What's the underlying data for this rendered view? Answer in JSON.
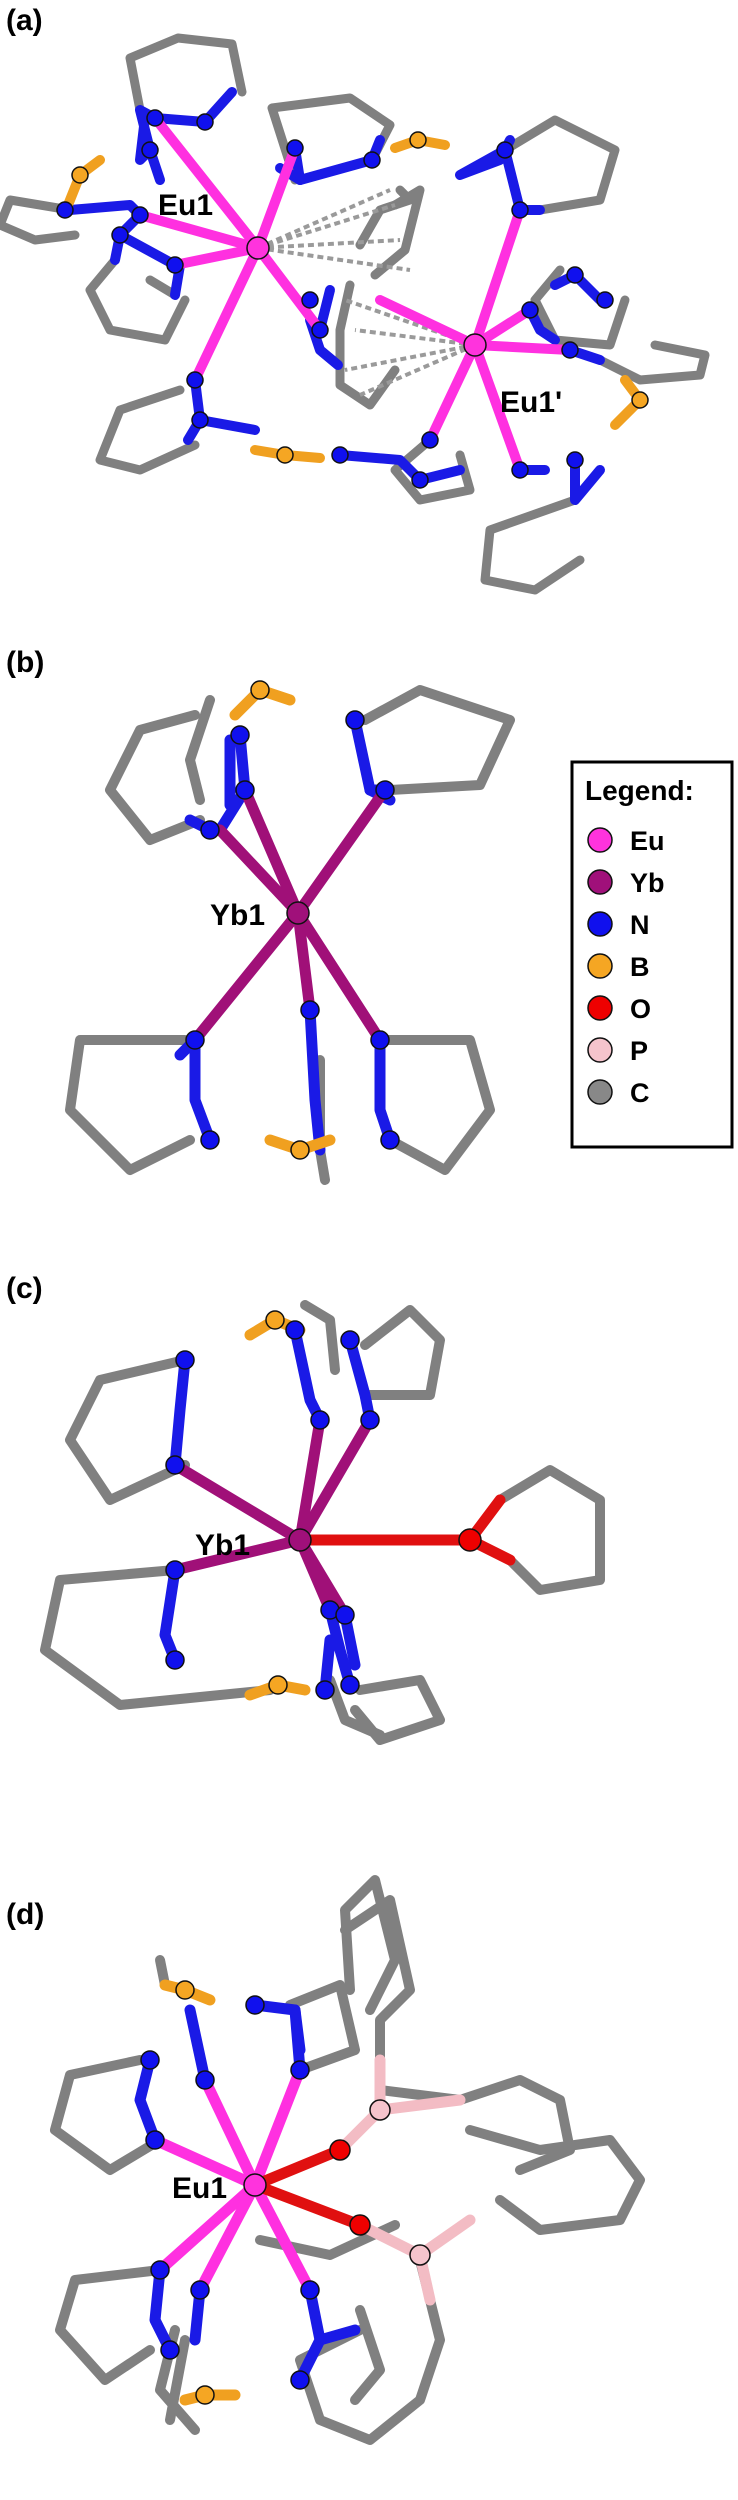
{
  "panels": [
    {
      "label": "(a)",
      "atoms": [
        "Eu1",
        "Eu1'"
      ]
    },
    {
      "label": "(b)",
      "atoms": [
        "Yb1"
      ]
    },
    {
      "label": "(c)",
      "atoms": [
        "Yb1"
      ]
    },
    {
      "label": "(d)",
      "atoms": [
        "Eu1"
      ]
    }
  ],
  "legend": {
    "title": "Legend:",
    "items": [
      {
        "symbol": "Eu",
        "color": "#ff33dd"
      },
      {
        "symbol": "Yb",
        "color": "#a0107a"
      },
      {
        "symbol": "N",
        "color": "#1010ee"
      },
      {
        "symbol": "B",
        "color": "#f5a623"
      },
      {
        "symbol": "O",
        "color": "#ee0000"
      },
      {
        "symbol": "P",
        "color": "#f5c4cc"
      },
      {
        "symbol": "C",
        "color": "#888888"
      }
    ]
  },
  "colors": {
    "bond_N": "#1a1ae6",
    "bond_C": "#808080",
    "bond_B": "#f0a020",
    "bond_Eu": "#ff30e0",
    "bond_Yb": "#a01078",
    "bond_O": "#e01010",
    "bond_P": "#f3bcc4",
    "outline": "#111111"
  }
}
